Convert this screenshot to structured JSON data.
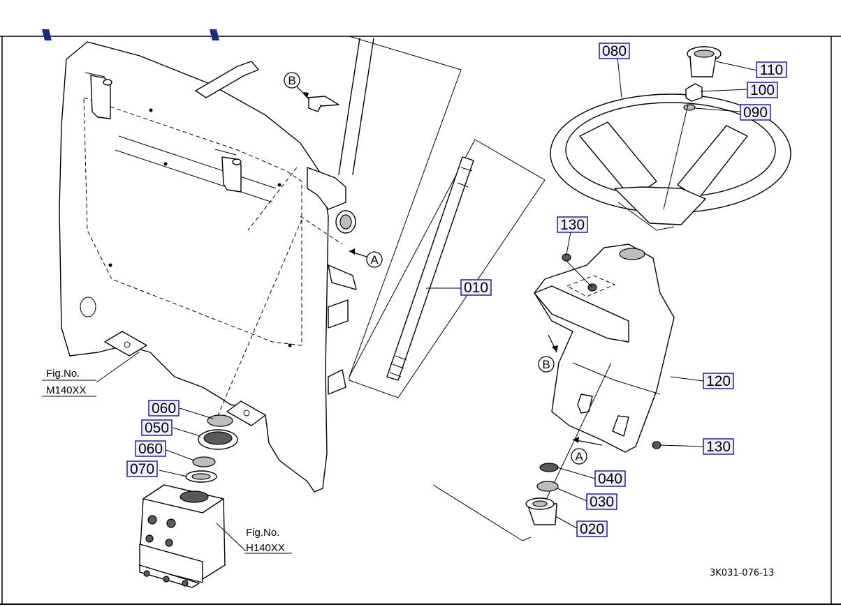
{
  "parts": [
    {
      "id": "p010",
      "label": "010"
    },
    {
      "id": "p020",
      "label": "020"
    },
    {
      "id": "p030",
      "label": "030"
    },
    {
      "id": "p040",
      "label": "040"
    },
    {
      "id": "p050",
      "label": "050"
    },
    {
      "id": "p060a",
      "label": "060"
    },
    {
      "id": "p060b",
      "label": "060"
    },
    {
      "id": "p070",
      "label": "070"
    },
    {
      "id": "p080",
      "label": "080"
    },
    {
      "id": "p090",
      "label": "090"
    },
    {
      "id": "p100",
      "label": "100"
    },
    {
      "id": "p110",
      "label": "110"
    },
    {
      "id": "p120",
      "label": "120"
    },
    {
      "id": "p130a",
      "label": "130"
    },
    {
      "id": "p130b",
      "label": "130"
    }
  ],
  "figure_refs": [
    {
      "line1": "Fig.No.",
      "line2": "M140XX"
    },
    {
      "line1": "Fig.No.",
      "line2": "H140XX"
    }
  ],
  "reference_markers": [
    "A",
    "B"
  ],
  "drawing_number": "3K031-076-13"
}
